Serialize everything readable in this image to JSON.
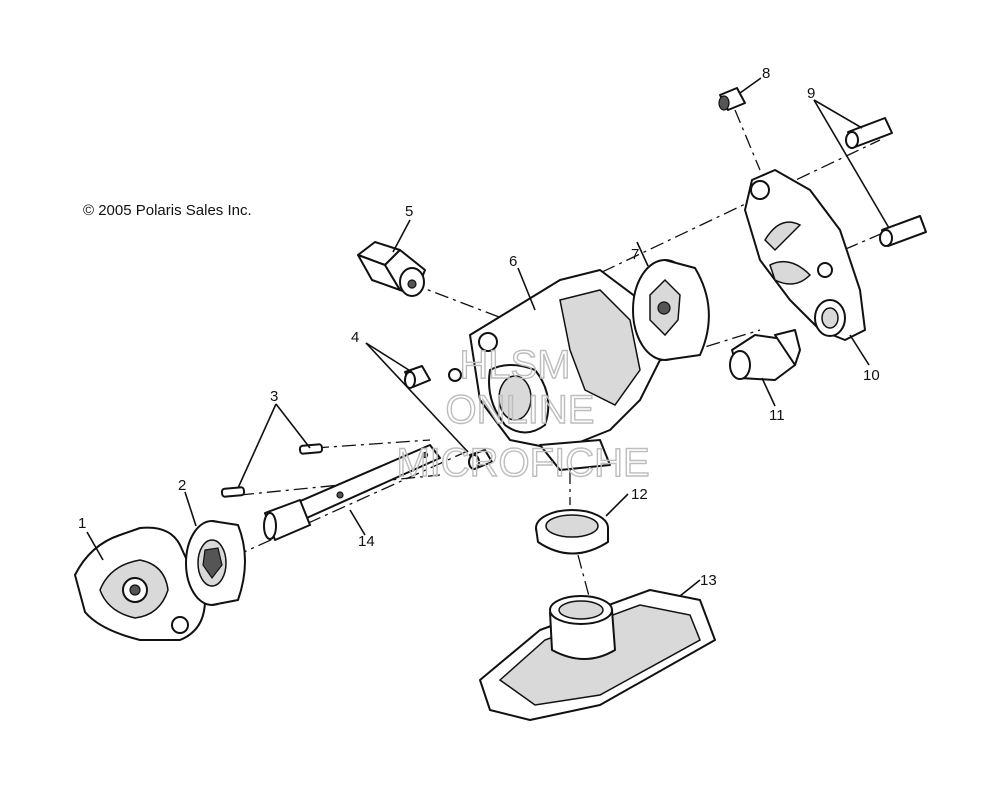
{
  "copyright": "© 2005 Polaris Sales Inc.",
  "watermark": {
    "line1": "HLSM",
    "line2": "ONLINE",
    "line3": "MICROFICHE"
  },
  "callouts": {
    "c1": "1",
    "c2": "2",
    "c3": "3",
    "c4": "4",
    "c5": "5",
    "c6": "6",
    "c7": "7",
    "c8": "8",
    "c9": "9",
    "c10": "10",
    "c11": "11",
    "c12": "12",
    "c13": "13",
    "c14": "14"
  },
  "colors": {
    "line": "#111111",
    "watermark": "#bdbdbd",
    "background": "#ffffff"
  }
}
